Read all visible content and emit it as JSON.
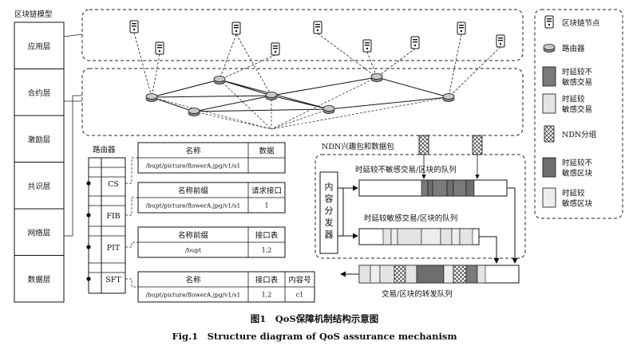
{
  "blockchain_model": {
    "title": "区块链模型",
    "layers": [
      "应用层",
      "合约层",
      "激励层",
      "共识层",
      "网络层",
      "数据层"
    ]
  },
  "legend": {
    "items": [
      {
        "icon": "blockchain-node-icon",
        "label": "区块链节点"
      },
      {
        "icon": "router-icon",
        "label": "路由器"
      },
      {
        "icon": "dark-gray-rect-icon",
        "label": "时延较不\n敏感交易",
        "color": "#7a7a7a"
      },
      {
        "icon": "light-gray-rect-icon",
        "label": "时延较\n敏感交易",
        "color": "#e4e4e4"
      },
      {
        "icon": "crosshatch-rect-icon",
        "label": "NDN分组"
      },
      {
        "icon": "dark-gray-rect-icon",
        "label": "时延较不\n敏感区块",
        "color": "#6e6e6e"
      },
      {
        "icon": "light-gray-rect-icon",
        "label": "时延较\n敏感区块",
        "color": "#eeeeee"
      }
    ]
  },
  "router": {
    "title": "路由器",
    "tables": [
      "CS",
      "FIB",
      "PIT",
      "SFT"
    ]
  },
  "cs_table": {
    "headers": [
      "名称",
      "数据"
    ],
    "row": [
      "/bupt/picture/flowerA.jpg/v1/s1",
      ""
    ]
  },
  "fib_table": {
    "headers": [
      "名称前缀",
      "请求接口"
    ],
    "row": [
      "/bupt/picture/flowerA.jpg/v1/s1",
      "1"
    ]
  },
  "pit_table": {
    "headers": [
      "名称前缀",
      "接口表"
    ],
    "row": [
      "/bupt",
      "1,2"
    ]
  },
  "sft_table": {
    "headers": [
      "名称",
      "接口表",
      "内容号"
    ],
    "row": [
      "/bupt/picture/flowerA.jpg/v1/s1",
      "1,2",
      "c1"
    ]
  },
  "ndn_label": "NDN兴趣包和数据包",
  "distributor_label": "内\n容\n分\n发\n器",
  "queues": {
    "insensitive": "时延较不敏感交易/区块的队列",
    "sensitive": "时延较敏感交易/区块的队列",
    "forwarding": "交易/区块的转发队列"
  },
  "caption": {
    "cn": "图1　QoS保障机制结构示意图",
    "en": "Fig.1　Structure diagram of QoS assurance mechanism"
  },
  "colors": {
    "dark_transaction": "#7a7a7a",
    "light_transaction": "#e4e4e4",
    "dark_block": "#6e6e6e",
    "light_block": "#eeeeee",
    "line": "#111111"
  }
}
